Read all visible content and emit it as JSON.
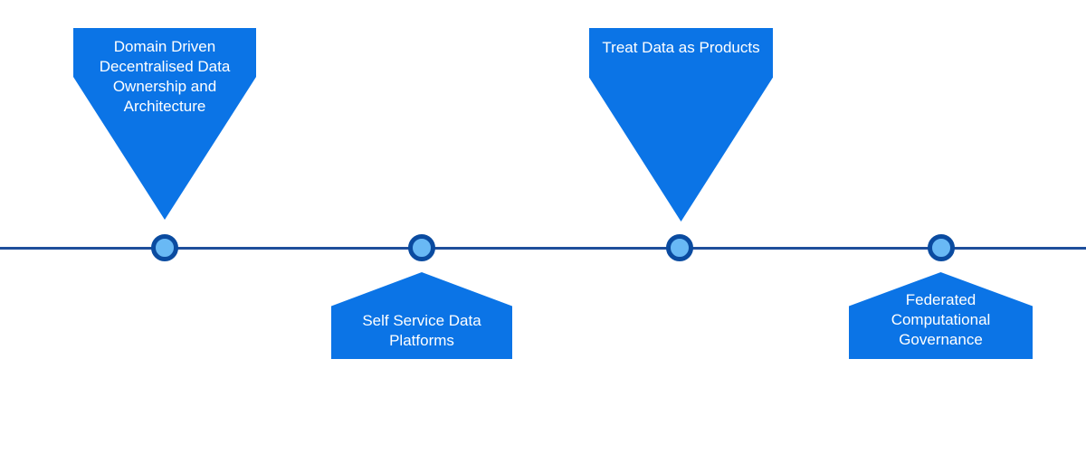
{
  "diagram": {
    "type": "timeline",
    "background_color": "#ffffff",
    "timeline": {
      "orientation": "horizontal",
      "line_color": "#1e4e9b",
      "node_fill": "#69b9f5",
      "node_border": "#0a4ba0",
      "node_count": 4
    },
    "callout_fill": "#0b74e6",
    "text_color": "#ffffff",
    "items": [
      {
        "label": "Domain Driven Decentralised Data Ownership and Architecture",
        "lines": [
          "Domain Driven",
          "Decentralised Data",
          "Ownership and",
          "Architecture"
        ],
        "position": "above",
        "shape": "arrow-down-pentagon"
      },
      {
        "label": "Self Service Data Platforms",
        "lines": [
          "Self Service Data",
          "Platforms"
        ],
        "position": "below",
        "shape": "house-up-pentagon"
      },
      {
        "label": "Treat Data as Products",
        "lines": [
          "Treat Data as Products"
        ],
        "position": "above",
        "shape": "arrow-down-pentagon"
      },
      {
        "label": "Federated Computational Governance",
        "lines": [
          "Federated",
          "Computational",
          "Governance"
        ],
        "position": "below",
        "shape": "house-up-pentagon"
      }
    ]
  }
}
